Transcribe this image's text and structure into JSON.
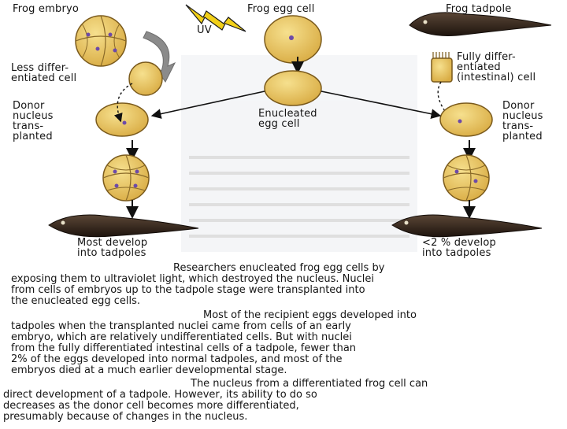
{
  "labels": {
    "frog_embryo": "Frog embryo",
    "frog_egg_cell": "Frog egg cell",
    "frog_tadpole": "Frog tadpole",
    "uv": "UV",
    "less_differentiated": [
      "Less differ-",
      "entiated cell"
    ],
    "fully_differentiated": [
      "Fully differ-",
      "entiated",
      "(intestinal) cell"
    ],
    "donor_nucleus_left": [
      "Donor",
      "nucleus",
      "trans-",
      "planted"
    ],
    "donor_nucleus_right": [
      "Donor",
      "nucleus",
      "trans-",
      "planted"
    ],
    "enucleated_egg": [
      "Enucleated",
      "egg cell"
    ],
    "most_develop": [
      "Most develop",
      "into tadpoles"
    ],
    "few_develop": [
      "<2 % develop",
      "into tadpoles"
    ]
  },
  "caption_lines": [
    "Researchers enucleated frog egg cells by",
    "exposing them to ultraviolet light, which destroyed the nucleus. Nuclei",
    "from cells of embryos up to the tadpole stage were transplanted into",
    "the enucleated egg cells.",
    "Most of the recipient eggs developed into",
    "tadpoles when the transplanted nuclei came from cells of an early",
    "embryo, which are relatively undifferentiated cells. But with nuclei",
    "from the fully differentiated intestinal cells of a tadpole, fewer than",
    "2% of the eggs developed into normal tadpoles, and most of the",
    "embryos died at a much earlier developmental stage.",
    "The nucleus from a differentiated frog cell can",
    "direct development of a tadpole. However, its ability to do so",
    "decreases as the donor cell becomes more differentiated,",
    "presumably because of changes in the nucleus."
  ],
  "colors": {
    "cell_fill": "#e7c35e",
    "cell_stroke": "#7a5a1c",
    "nucleus": "#6d4aa8",
    "uv_bolt": "#f2d018",
    "tadpole": "#3a2a20"
  }
}
